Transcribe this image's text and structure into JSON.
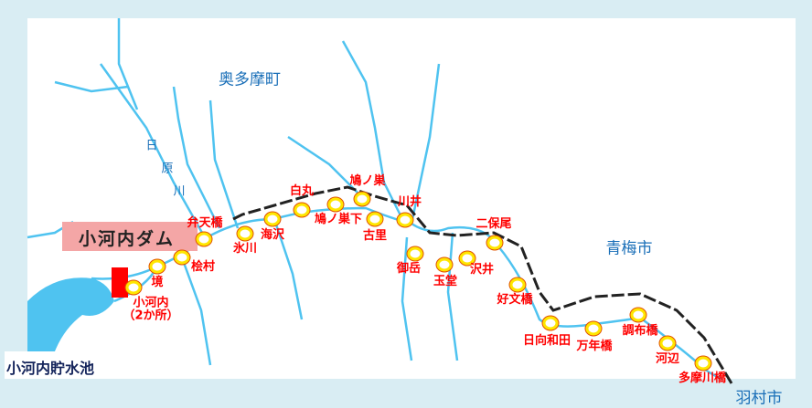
{
  "areas": {
    "okutama": "奥多摩町",
    "hara1": "日",
    "hara2": "原",
    "hara3": "川",
    "ome": "青梅市",
    "hamura": "羽村市"
  },
  "dam_label": "小河内ダム",
  "reservoir_label": "小河内貯水池",
  "stations": [
    {
      "name": "小河内",
      "sub": "（2か所）"
    },
    {
      "name": "境"
    },
    {
      "name": "桧村"
    },
    {
      "name": "弁天橋"
    },
    {
      "name": "氷川"
    },
    {
      "name": "海沢"
    },
    {
      "name": "白丸"
    },
    {
      "name": "鳩ノ巣下"
    },
    {
      "name": "鳩ノ巣"
    },
    {
      "name": "古里"
    },
    {
      "name": "川井"
    },
    {
      "name": "御岳"
    },
    {
      "name": "玉堂"
    },
    {
      "name": "沢井"
    },
    {
      "name": "二保尾"
    },
    {
      "name": "好文橋"
    },
    {
      "name": "日向和田"
    },
    {
      "name": "万年橋"
    },
    {
      "name": "調布橋"
    },
    {
      "name": "河辺"
    },
    {
      "name": "多摩川橋"
    }
  ],
  "colors": {
    "river": "#4fc3f0",
    "label": "#ff0000",
    "marker": "#ffe600"
  }
}
